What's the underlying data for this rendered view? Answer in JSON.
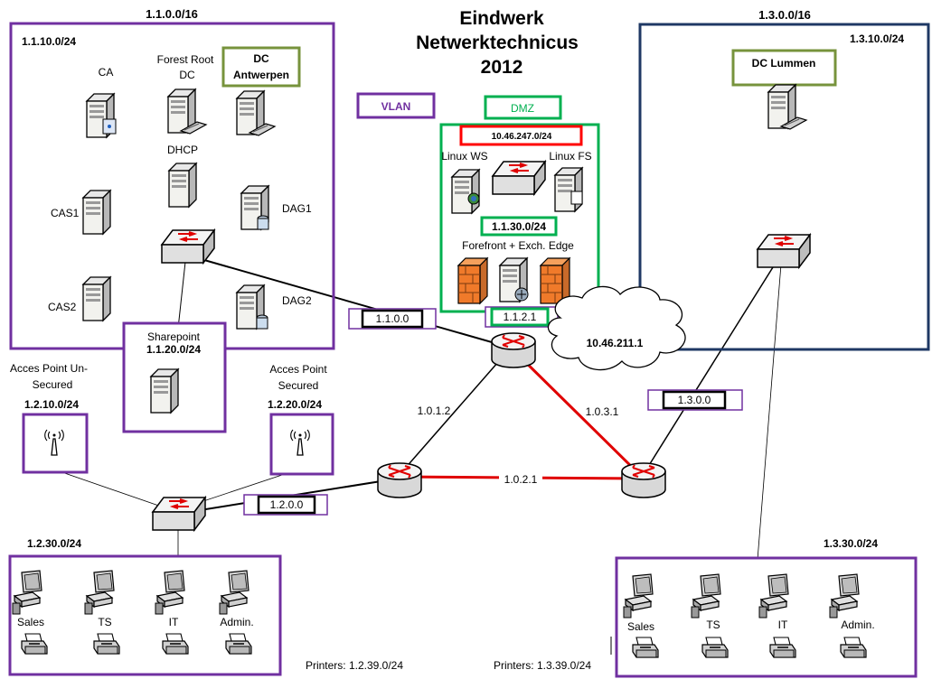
{
  "title": {
    "line1": "Eindwerk",
    "line2": "Netwerktechnicus",
    "line3": "2012"
  },
  "colors": {
    "purple": "#7030A0",
    "green": "#00B050",
    "red": "#FF0000",
    "olive": "#77933C",
    "navy": "#1F3864",
    "cable_red": "#E00000"
  },
  "legend": {
    "vlan": "VLAN",
    "dmz": "DMZ"
  },
  "site1": {
    "net": "1.1.0.0/16",
    "subnet": "1.1.10.0/24",
    "ca": "CA",
    "forest_root_1": "Forest Root",
    "forest_root_2": "DC",
    "dc_antwerpen_1": "DC",
    "dc_antwerpen_2": "Antwerpen",
    "dhcp": "DHCP",
    "cas1": "CAS1",
    "dag1": "DAG1",
    "cas2": "CAS2",
    "dag2": "DAG2",
    "sharepoint": "Sharepoint",
    "sharepoint_net": "1.1.20.0/24",
    "vlan_tag": "1.1.0.0"
  },
  "dmz": {
    "net": "10.46.247.0/24",
    "linux_ws": "Linux WS",
    "linux_fs": "Linux FS",
    "subnet": "1.1.30.0/24",
    "forefront": "Forefront + Exch. Edge",
    "vlan_tag": "1.1.2.1"
  },
  "cloud": {
    "label": "10.46.211.1"
  },
  "site2": {
    "ap_unsecured_1": "Acces Point Un-",
    "ap_unsecured_2": "Secured",
    "ap_unsecured_net": "1.2.10.0/24",
    "ap_secured_1": "Acces Point",
    "ap_secured_2": "Secured",
    "ap_secured_net": "1.2.20.0/24",
    "vlan_tag": "1.2.0.0",
    "clients_net": "1.2.30.0/24",
    "clients": [
      "Sales",
      "TS",
      "IT",
      "Admin."
    ],
    "printers": "Printers: 1.2.39.0/24"
  },
  "site3": {
    "net": "1.3.0.0/16",
    "subnet": "1.3.10.0/24",
    "dc_lummen": "DC Lummen",
    "vlan_tag": "1.3.0.0",
    "clients_net": "1.3.30.0/24",
    "clients": [
      "Sales",
      "TS",
      "IT",
      "Admin."
    ],
    "printers": "Printers: 1.3.39.0/24"
  },
  "links": {
    "l_1012": "1.0.1.2",
    "l_1031": "1.0.3.1",
    "l_1021": "1.0.2.1"
  }
}
